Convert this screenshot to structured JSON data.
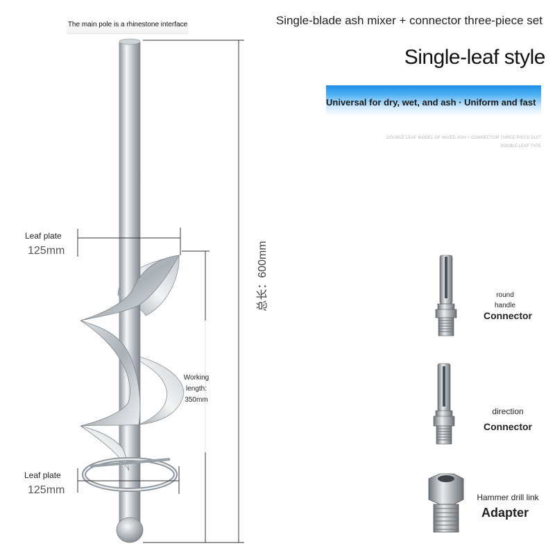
{
  "header": {
    "set_title": "Single-blade ash mixer + connector three-piece set",
    "style_title": "Single-leaf style",
    "banner_text": "Universal for dry, wet, and ash · Uniform and fast",
    "fine_line1": "DOUBLE LEAF MODEL OF MIXED ASH + CONNECTOR THREE-PIECE SUIT",
    "fine_line2": "DOUBLE LEAF TYPE",
    "accent_color": "#1f8ee6"
  },
  "mixer": {
    "pole_label": "The main pole is a rhinestone interface",
    "top_blade": {
      "label": "Leaf plate",
      "size": "125mm"
    },
    "bottom_blade": {
      "label": "Leaf plate",
      "size": "125mm"
    },
    "working_length": {
      "line1": "Working",
      "line2": "length:",
      "line3": "350mm"
    },
    "total_length": "总长：600mm"
  },
  "accessories": {
    "round_connector": {
      "small1": "round",
      "small2": "handle",
      "name": "Connector",
      "icon": "round-shank-connector-icon"
    },
    "direction_connector": {
      "small": "direction",
      "name": "Connector",
      "icon": "square-shank-connector-icon"
    },
    "adapter": {
      "small": "Hammer drill link",
      "name": "Adapter",
      "icon": "hex-adapter-icon"
    }
  }
}
